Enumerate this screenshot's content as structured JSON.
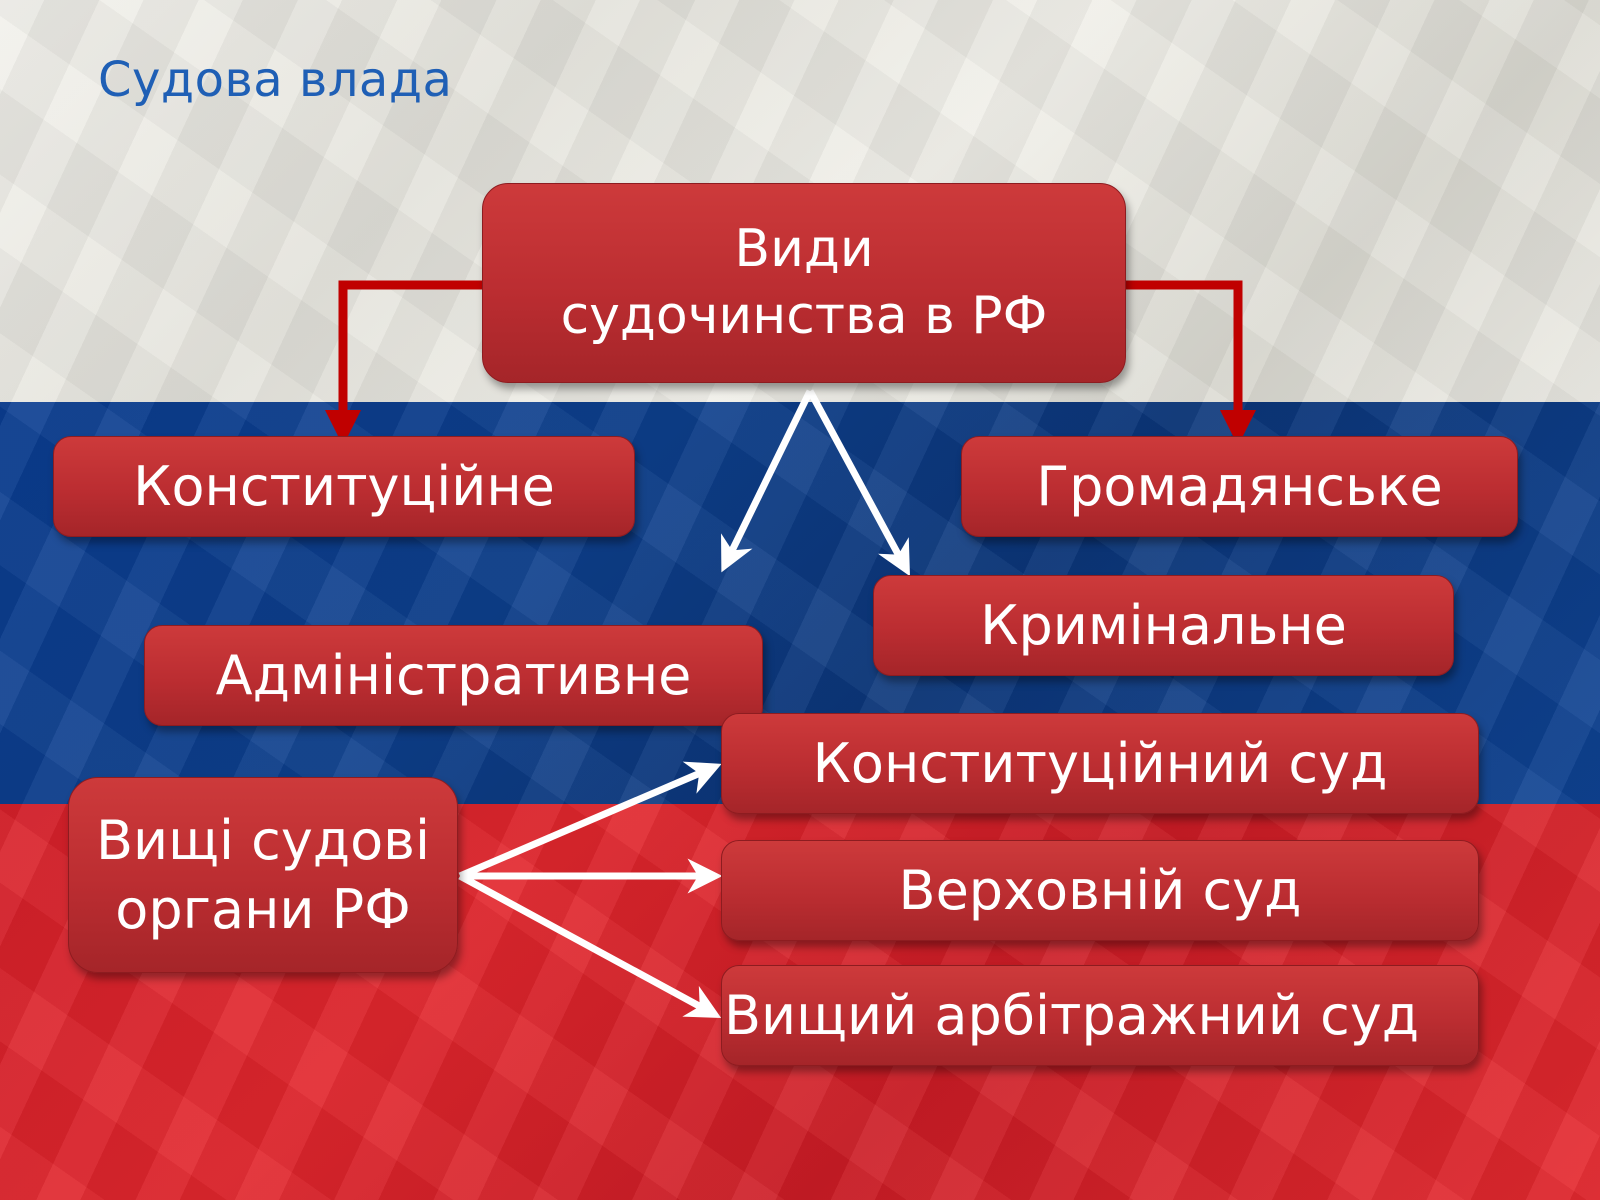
{
  "title": "Судова влада",
  "colors": {
    "title": "#1f5fb5",
    "box_fill": "#bb2d31",
    "red_connector": "#c00000",
    "white_arrow": "#ffffff",
    "flag_white": "#eeede7",
    "flag_blue": "#0d3f8c",
    "flag_red": "#dd242c"
  },
  "diagram": {
    "root": {
      "line1": "Види",
      "line2": "судочинства в РФ"
    },
    "types": {
      "constitutional": "Конституційне",
      "civil": "Громадянське",
      "criminal": "Кримінальне",
      "administrative": "Адміністративне"
    },
    "higher_bodies": {
      "line1": "Вищі судові",
      "line2": "органи РФ"
    },
    "courts": {
      "constitutional_court": "Конституційний суд",
      "supreme_court": "Верховній суд",
      "arbitration_court": "Вищий арбітражний суд"
    }
  }
}
